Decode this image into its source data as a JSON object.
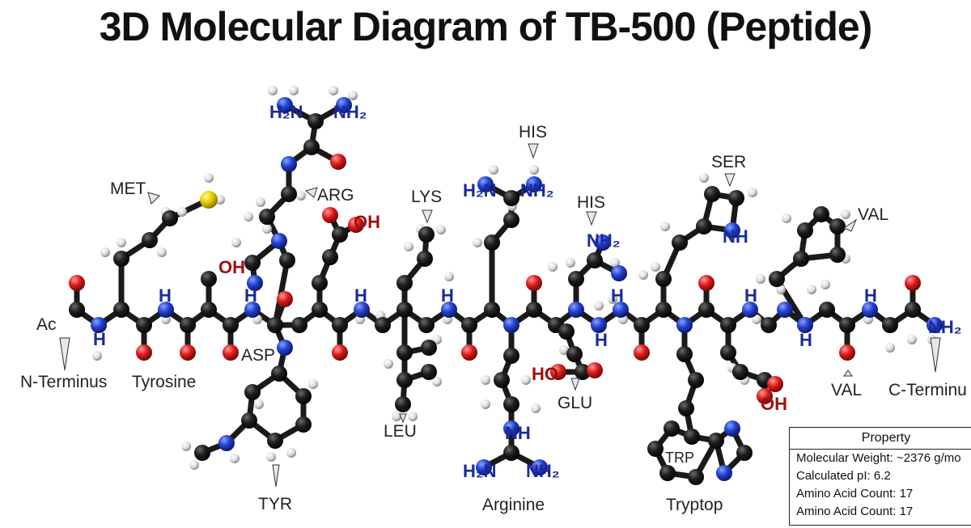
{
  "title": "3D Molecular Diagram of TB-500 (Peptide)",
  "labels": {
    "n_terminus": "N-Terminus",
    "ac": "Ac",
    "tyrosine": "Tyrosine",
    "met": "MET",
    "arg_side": "ARG",
    "asp": "ASP",
    "tyr": "TYR",
    "lys": "LYS",
    "leu": "LEU",
    "his_top": "HIS",
    "arginine": "Arginine",
    "his_mid": "HIS",
    "glu": "GLU",
    "ser": "SER",
    "trp": "TRP",
    "tryptop": "Tryptop",
    "val_top": "VAL",
    "val_bottom": "VAL",
    "c_terminus": "C-Terminu"
  },
  "atom_text": {
    "h2n": "H₂N",
    "nh2": "NH₂",
    "oh": "OH",
    "o": "O",
    "h": "H",
    "nh": "NH",
    "ho": "HO"
  },
  "property_table": {
    "header": "Property",
    "rows": [
      "Molecular Weight: ~2376 g/mo",
      "Calculated pI: 6.2",
      "Amino Acid Count: 17",
      "Amino Acid Count: 17"
    ]
  },
  "colors": {
    "carbon": "#151515",
    "nitrogen": "#1f3fc4",
    "oxygen": "#d41a1a",
    "hydrogen": "#e6e6e6",
    "sulfur": "#e3d000",
    "bond": "#1a1a1a",
    "nitrogen_text": "#1a2a9c",
    "oxygen_text": "#9e1010"
  }
}
